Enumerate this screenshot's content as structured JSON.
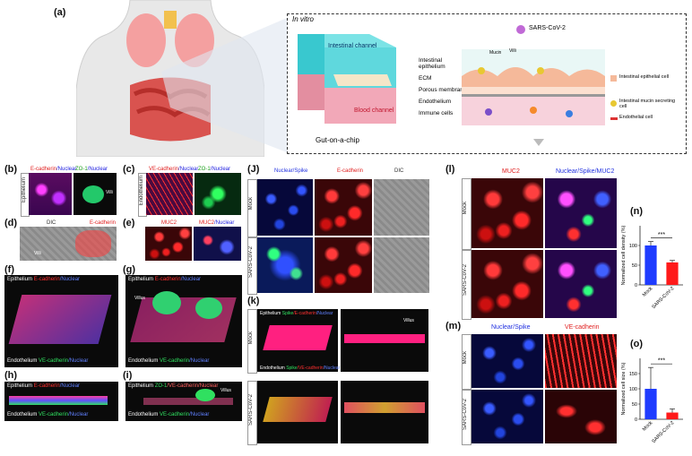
{
  "panels": {
    "a": "(a)",
    "b": "(b)",
    "c": "(c)",
    "d": "(d)",
    "e": "(e)",
    "f": "(f)",
    "g": "(g)",
    "h": "(h)",
    "i": "(i)",
    "j": "(J)",
    "k": "(k)",
    "l": "(l)",
    "m": "(m)",
    "n": "(n)",
    "o": "(o)"
  },
  "schematic": {
    "in_vitro": "In vitro",
    "sars": "SARS-CoV-2",
    "intestinal_channel": "Intestinal channel",
    "blood_channel": "Blood channel",
    "gut_on_chip": "Gut-on-a-chip",
    "labels": [
      "Intestinal epithelium",
      "ECM",
      "Porous membrane",
      "Endothelium",
      "Immune cells"
    ],
    "mucin": "Mucin",
    "villi": "Villi",
    "legend": [
      "Intestinal epithelial cell",
      "Intestinal mucin secreting cell",
      "Endothelial cell"
    ]
  },
  "b": {
    "cap1": [
      "E-cadherin",
      "/Nuclear"
    ],
    "cap2": [
      "ZO-1",
      "/Nuclear"
    ],
    "side": "Epithelium",
    "villi": "Villi"
  },
  "c": {
    "cap1": [
      "VE-cadherin",
      "/Nuclear"
    ],
    "cap2": [
      "ZO-1",
      "/Nuclear"
    ],
    "side": "Endothelium"
  },
  "d": {
    "cap1": "DIC",
    "cap2": "E-cadherin",
    "villi": "Villi"
  },
  "e": {
    "cap1": "MUC2",
    "cap2": [
      "MUC2",
      "/Nuclear"
    ]
  },
  "f": {
    "top": [
      "Epithelium ",
      "E-cadherin",
      "/Nuclear"
    ],
    "bottom": [
      "Endothelium ",
      "VE-cadherin",
      "/Nuclear"
    ]
  },
  "g": {
    "top": [
      "Epithelium ",
      "E-cadherin",
      "/Nuclear"
    ],
    "bottom": [
      "Endothelium ",
      "VE-cadherin",
      "/Nuclear"
    ],
    "villus": "Villus"
  },
  "h": {
    "top": [
      "Epithelium ",
      "E-cadherin",
      "/Nuclear"
    ],
    "bottom": [
      "Endothelium ",
      "VE-cadherin",
      "/Nuclear"
    ]
  },
  "i": {
    "top": [
      "Epithelium ",
      "ZO-1",
      "/VE-cadherin/Nuclear"
    ],
    "bottom": [
      "Endothelium ",
      "VE-cadherin",
      "/Nuclear"
    ],
    "villus": "Villus"
  },
  "j": {
    "cols": [
      "Nuclear/Spike",
      "E-cadherin",
      "DIC"
    ],
    "rows": [
      "Mock",
      "SARS-CoV-2"
    ]
  },
  "k": {
    "top": [
      "Epithelium ",
      "Spike",
      "/E-cadherin",
      "/Nuclear"
    ],
    "bottom": [
      "Endothelium ",
      "Spike",
      "/VE-cadherin",
      "/Nuclear"
    ],
    "rows": [
      "Mock",
      "SARS-CoV-2"
    ],
    "villus": "Villus"
  },
  "l": {
    "cols": [
      "MUC2",
      "Nuclear/Spike/MUC2"
    ],
    "rows": [
      "Mock",
      "SARS-CoV-2"
    ]
  },
  "m": {
    "cols": [
      "Nuclear/Spike",
      "VE-cadherin"
    ],
    "rows": [
      "Mock",
      "SARS-CoV-2"
    ]
  },
  "chart_data": [
    {
      "type": "bar",
      "panel": "n",
      "categories": [
        "Mock",
        "SARS-CoV-2"
      ],
      "values": [
        100,
        57
      ],
      "errors": [
        10,
        5
      ],
      "colors": [
        "#1f3cff",
        "#ff1a1a"
      ],
      "ylabel": "Normalized cell density (%)",
      "ylim": [
        0,
        150
      ],
      "yticks": [
        0,
        50,
        100
      ],
      "significance": "***"
    },
    {
      "type": "bar",
      "panel": "o",
      "categories": [
        "Mock",
        "SARS-CoV-2"
      ],
      "values": [
        100,
        22
      ],
      "errors": [
        70,
        12
      ],
      "colors": [
        "#1f3cff",
        "#ff1a1a"
      ],
      "ylabel": "Normalized cell size (%)",
      "ylim": [
        0,
        200
      ],
      "yticks": [
        0,
        50,
        100,
        150
      ],
      "significance": "***"
    }
  ]
}
